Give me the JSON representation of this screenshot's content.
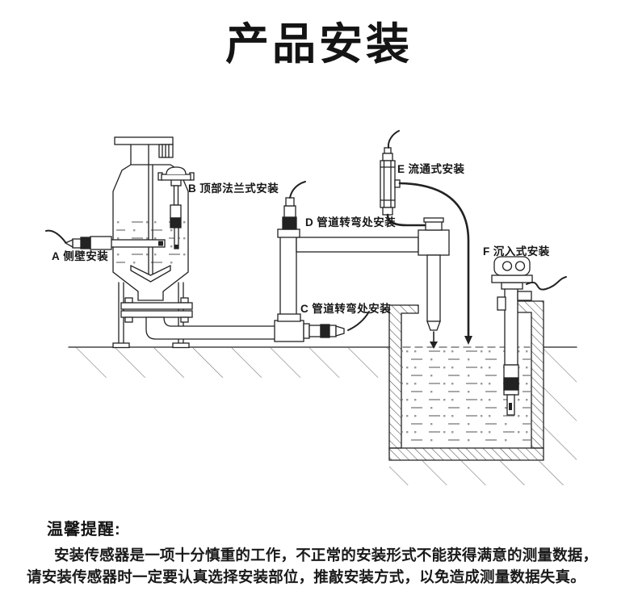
{
  "title": "产品安装",
  "diagram": {
    "labels": [
      {
        "letter": "A",
        "text": "侧壁安装"
      },
      {
        "letter": "B",
        "text": "顶部法兰式安装"
      },
      {
        "letter": "C",
        "text": "管道转弯处安装"
      },
      {
        "letter": "D",
        "text": "管道转弯处安装"
      },
      {
        "letter": "E",
        "text": "流通式安装"
      },
      {
        "letter": "F",
        "text": "沉入式安装"
      }
    ]
  },
  "footer": {
    "heading": "温馨提醒:",
    "line1": "安装传感器是一项十分慎重的工作，不正常的安装形式不能获得满意的测量数据，",
    "line2": "请安装传感器时一定要认真选择安装部位，推敲安装方式，以免造成测量数据失真。"
  },
  "colors": {
    "ink": "#222222",
    "hatch": "#666666",
    "liquid": "#8a8a8a",
    "background": "#ffffff"
  }
}
